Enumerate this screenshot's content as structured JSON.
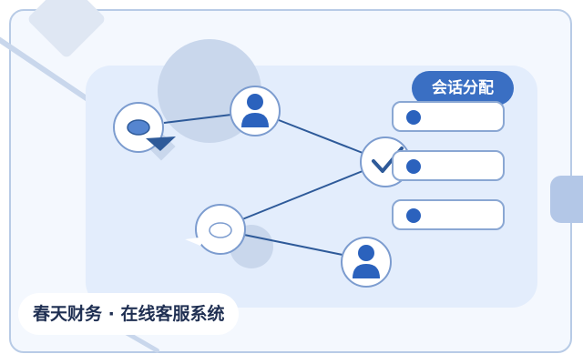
{
  "app": {
    "title": "春天财务 · 在线客服系统"
  },
  "badge": {
    "label": "会话分配"
  },
  "queue": {
    "items": [
      {
        "state": "pending"
      },
      {
        "state": "pending"
      },
      {
        "state": "pending"
      }
    ]
  },
  "icons": {
    "chat_bubble_left": "chat-bubble-icon",
    "agent_top": "agent-avatar-icon",
    "dispatch": "checkmark-icon",
    "chat_bubble_bottom": "chat-bubble-icon",
    "agent_bottom": "agent-avatar-icon"
  },
  "colors": {
    "accent": "#3a6fc3",
    "line": "#2e5a99",
    "icon_fill": "#2b62bd",
    "panel": "#e3edfc",
    "border": "#b8cbe6",
    "title_text": "#1f2f52"
  }
}
